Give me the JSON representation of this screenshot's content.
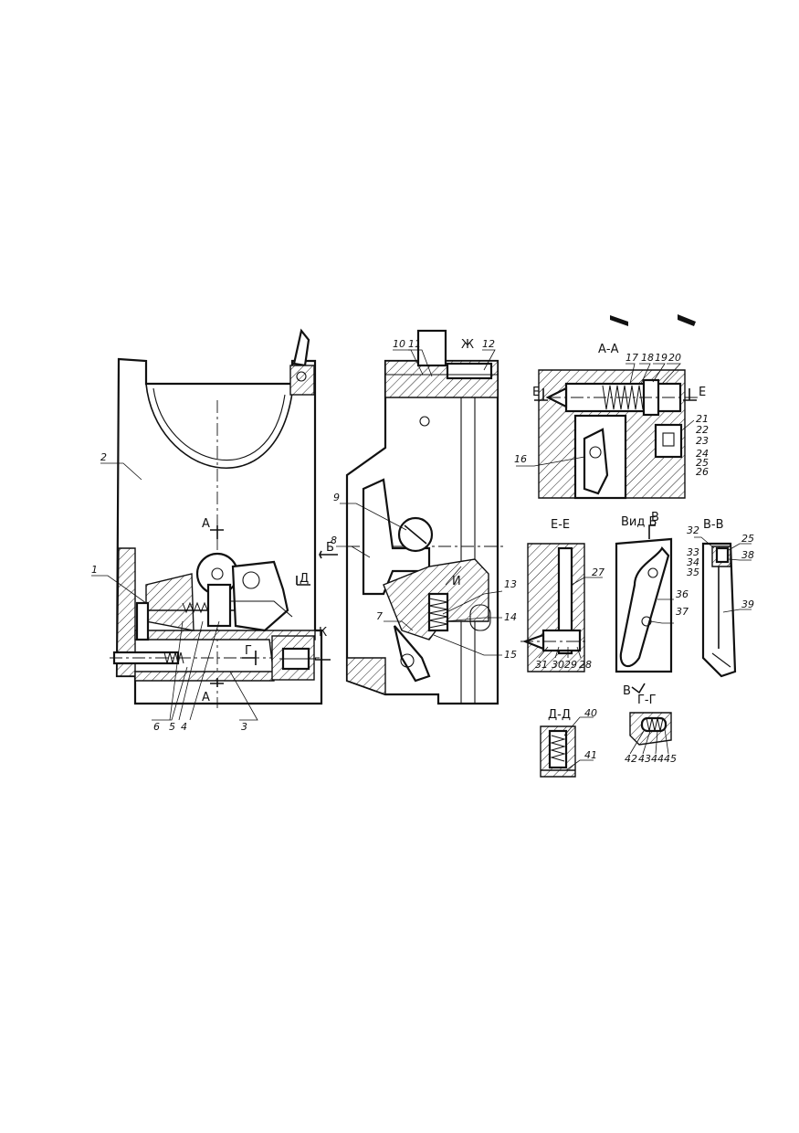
{
  "views": {
    "section_aa": "А-А",
    "section_ee": "Е-Е",
    "view_b": "Вид Б",
    "section_vv": "В-В",
    "section_dd": "Д-Д",
    "section_gg": "Г-Г"
  },
  "markers": {
    "a_top": "А",
    "a_bottom": "А",
    "b": "Б",
    "d": "Д",
    "g": "Г",
    "k": "К",
    "zh": "Ж",
    "i": "И",
    "e_left": "Е",
    "e_right": "Е",
    "v_top": "В",
    "v_bottom": "В"
  },
  "callouts": [
    "1",
    "2",
    "3",
    "4",
    "5",
    "6",
    "7",
    "8",
    "9",
    "10",
    "11",
    "12",
    "13",
    "14",
    "15",
    "16",
    "17",
    "18",
    "19",
    "20",
    "21",
    "22",
    "23",
    "24",
    "25",
    "26",
    "27",
    "28",
    "29",
    "30",
    "31",
    "32",
    "33",
    "34",
    "35",
    "36",
    "37",
    "38",
    "39",
    "40",
    "41",
    "42",
    "43",
    "44",
    "45"
  ],
  "colors": {
    "line": "#111111",
    "background": "#ffffff"
  }
}
